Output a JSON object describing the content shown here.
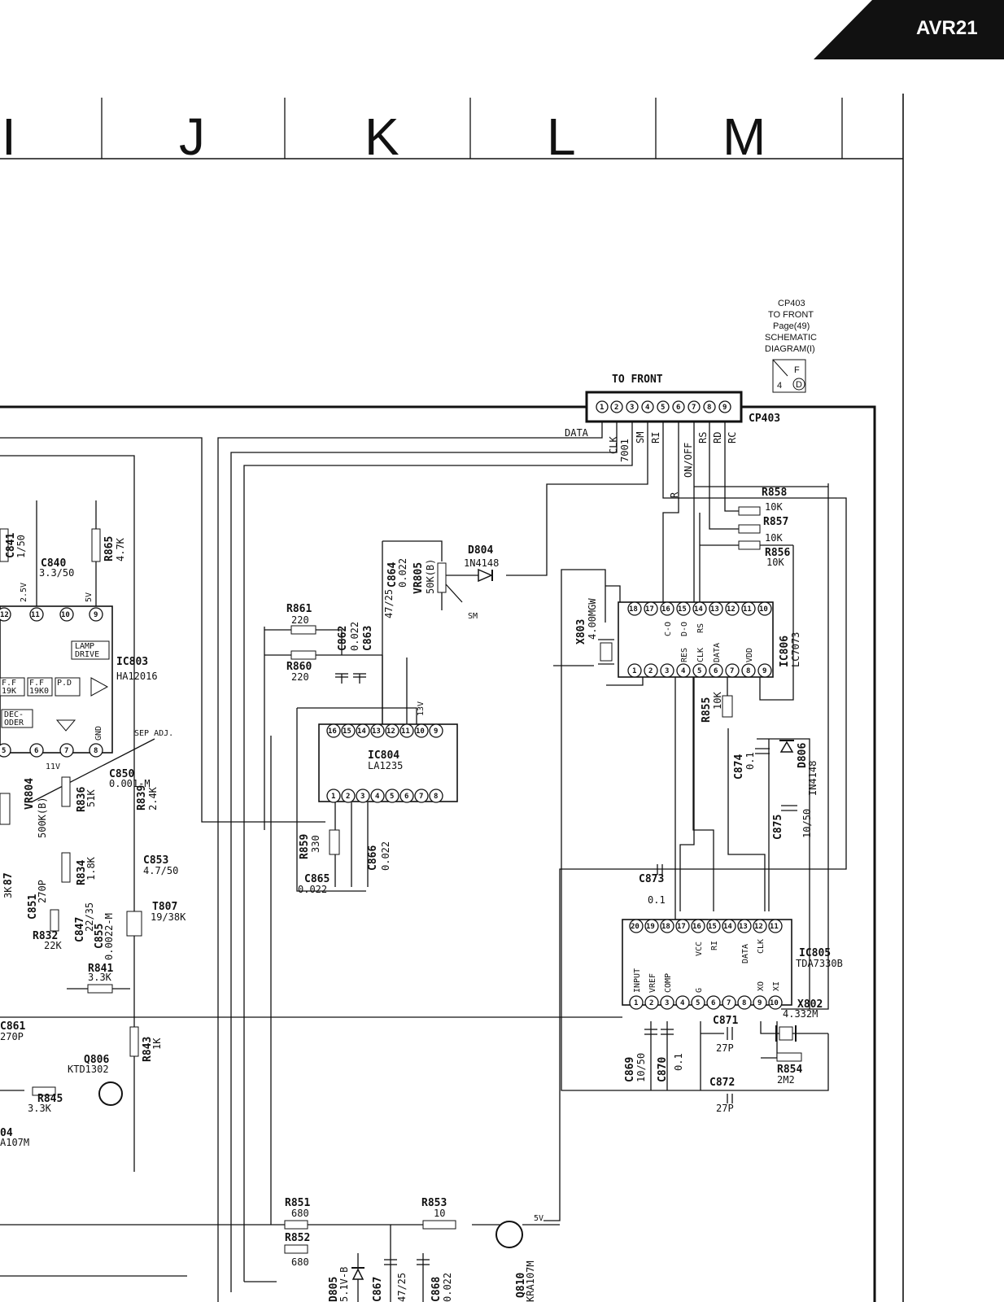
{
  "header": {
    "model": "AVR21",
    "columns": [
      "I",
      "J",
      "K",
      "L",
      "M"
    ]
  },
  "connector": {
    "name": "CP403",
    "to_front": "TO FRONT",
    "pins": [
      "1",
      "2",
      "3",
      "4",
      "5",
      "6",
      "7",
      "8",
      "9"
    ],
    "signals": [
      "DATA",
      "CLK",
      "7001",
      "SM",
      "RI",
      "R",
      "ON/OFF",
      "RS",
      "RD",
      "RC"
    ],
    "reference": {
      "lines": [
        "CP403",
        "TO FRONT",
        "Page(49)",
        "SCHEMATIC",
        "DIAGRAM(I)"
      ],
      "box_letter": "F",
      "box_number": "4",
      "box_circle": "D"
    }
  },
  "ics": {
    "ic803": {
      "name": "IC803",
      "part": "HA12016",
      "blocks": [
        "LAMP",
        "DRIVE",
        "F.F",
        "19K",
        "F.F",
        "19K0",
        "P.D",
        "DEC-",
        "ODER"
      ],
      "pins_top": [
        "12",
        "11",
        "10",
        "9"
      ],
      "pins_bottom": [
        "5",
        "6",
        "7",
        "8"
      ],
      "pin_labels": [
        "GND"
      ],
      "voltages": [
        "2.5V",
        "5V",
        "11V"
      ]
    },
    "ic804": {
      "name": "IC804",
      "part": "LA1235",
      "pins_top": [
        "16",
        "15",
        "14",
        "13",
        "12",
        "11",
        "10",
        "9"
      ],
      "pins_bottom": [
        "1",
        "2",
        "3",
        "4",
        "5",
        "6",
        "7",
        "8"
      ],
      "voltage": "13V"
    },
    "ic806": {
      "name": "IC806",
      "part": "LC7073",
      "pins_top": [
        "18",
        "17",
        "16",
        "15",
        "14",
        "13",
        "12",
        "11",
        "10"
      ],
      "pins_bottom": [
        "1",
        "2",
        "3",
        "4",
        "5",
        "6",
        "7",
        "8",
        "9"
      ],
      "pin_labels": [
        "C-O",
        "D-O",
        "RS",
        "RES",
        "CLK",
        "DATA",
        "VDD"
      ]
    },
    "ic805": {
      "name": "IC805",
      "part": "TDA7330B",
      "pins_top": [
        "20",
        "19",
        "18",
        "17",
        "16",
        "15",
        "14",
        "13",
        "12",
        "11"
      ],
      "pins_bottom": [
        "1",
        "2",
        "3",
        "4",
        "5",
        "6",
        "7",
        "8",
        "9",
        "10"
      ],
      "pin_labels": [
        "INPUT",
        "VREF",
        "COMP",
        "G",
        "VCC",
        "RI",
        "DATA",
        "CLK",
        "XO",
        "XI"
      ]
    }
  },
  "components": {
    "c841": {
      "ref": "C841",
      "value": "1/50"
    },
    "c840": {
      "ref": "C840",
      "value": "3.3/50"
    },
    "r865": {
      "ref": "R865",
      "value": "4.7K"
    },
    "c850": {
      "ref": "C850",
      "value": "0.001-M"
    },
    "vr804": {
      "ref": "VR804",
      "value": "500K(B)"
    },
    "r836": {
      "ref": "R836",
      "value": "51K"
    },
    "r839": {
      "ref": "R839",
      "value": "2.4K"
    },
    "r834": {
      "ref": "R834",
      "value": "1.8K"
    },
    "c853": {
      "ref": "C853",
      "value": "4.7/50"
    },
    "r87": {
      "ref": "87",
      "value": "3K"
    },
    "c851": {
      "ref": "C851",
      "value": "270P"
    },
    "c847": {
      "ref": "C847",
      "value": "22/35"
    },
    "c855": {
      "ref": "C855",
      "value": "0.0022-M"
    },
    "t807": {
      "ref": "T807",
      "value": "19/38K"
    },
    "r832": {
      "ref": "R832",
      "value": "22K"
    },
    "r841": {
      "ref": "R841",
      "value": "3.3K"
    },
    "c861": {
      "ref": "C861",
      "value": "270P"
    },
    "r843": {
      "ref": "R843",
      "value": "1K"
    },
    "q806": {
      "ref": "Q806",
      "value": "KTD1302"
    },
    "r845": {
      "ref": "R845",
      "value": "3.3K"
    },
    "q804": {
      "ref": "04",
      "value": "A107M"
    },
    "d804": {
      "ref": "D804",
      "value": "1N4148"
    },
    "vr805": {
      "ref": "VR805",
      "value": "50K(B)"
    },
    "c864": {
      "ref": "C864",
      "value": "0.022"
    },
    "r861": {
      "ref": "R861",
      "value": "220"
    },
    "r860": {
      "ref": "R860",
      "value": "220"
    },
    "c862": {
      "ref": "C862",
      "value": "0.022"
    },
    "c863": {
      "ref": "C863",
      "value": "47/25"
    },
    "r859": {
      "ref": "R859",
      "value": "330"
    },
    "c866": {
      "ref": "C866",
      "value": "0.022"
    },
    "c865": {
      "ref": "C865",
      "value": "0.022"
    },
    "x803": {
      "ref": "X803",
      "value": "4.00MGW"
    },
    "r858": {
      "ref": "R858",
      "value": "10K"
    },
    "r857": {
      "ref": "R857",
      "value": "10K"
    },
    "r856": {
      "ref": "R856",
      "value": "10K"
    },
    "r855": {
      "ref": "R855",
      "value": "10K"
    },
    "c874": {
      "ref": "C874",
      "value": "0.1"
    },
    "d806": {
      "ref": "D806",
      "value": "IN4148"
    },
    "c875": {
      "ref": "C875",
      "value": "10/50"
    },
    "c873": {
      "ref": "C873",
      "value": "0.1"
    },
    "x802": {
      "ref": "X802",
      "value": "4.332M"
    },
    "c871": {
      "ref": "C871",
      "value": "27P"
    },
    "r854": {
      "ref": "R854",
      "value": "2M2"
    },
    "c869": {
      "ref": "C869",
      "value": "10/50"
    },
    "c870": {
      "ref": "C870",
      "value": "0.1"
    },
    "c872": {
      "ref": "C872",
      "value": "27P"
    },
    "r851": {
      "ref": "R851",
      "value": "680"
    },
    "r852": {
      "ref": "R852",
      "value": "680"
    },
    "r853": {
      "ref": "R853",
      "value": "10"
    },
    "d805": {
      "ref": "D805",
      "value": "5.1V-B"
    },
    "c867": {
      "ref": "C867",
      "value": "47/25"
    },
    "c868": {
      "ref": "C868",
      "value": "0.022"
    },
    "q810": {
      "ref": "Q810",
      "value": "KRA107M"
    }
  },
  "annotations": {
    "sep_adj": "SEP ADJ.",
    "sm": "SM",
    "v5": "5V"
  }
}
